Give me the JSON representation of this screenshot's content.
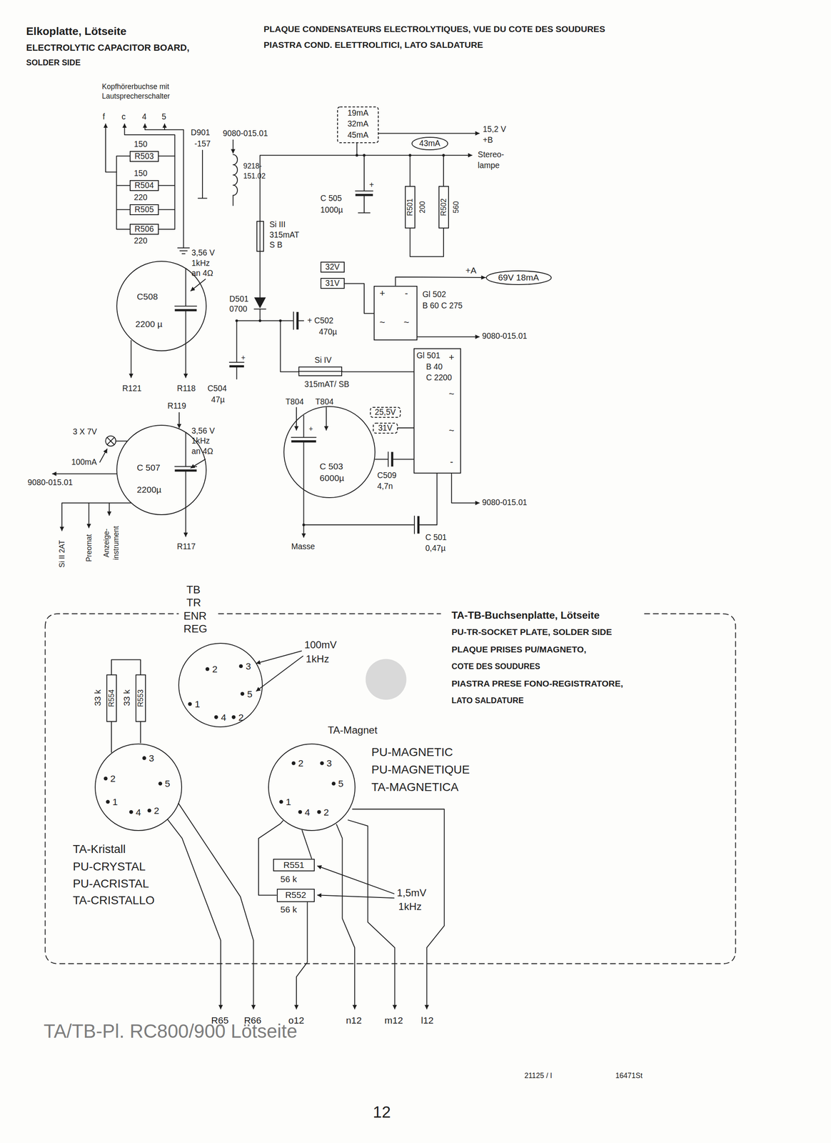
{
  "diagram": {
    "title": "Elkoplatte, Lötseite",
    "nodes": [
      {
        "text": [
          "19mA",
          "32mA",
          "45mA"
        ]
      },
      {
        "text": [
          "150",
          "R503"
        ]
      },
      {
        "text": [
          "150",
          "R504"
        ]
      },
      {
        "text": [
          "220",
          "R505"
        ]
      },
      {
        "text": [
          "R506",
          "220"
        ]
      },
      {
        "text": [
          "43mA"
        ]
      },
      {
        "text": [
          "R501",
          "200"
        ]
      },
      {
        "text": [
          "R502",
          "560"
        ]
      },
      {
        "text": [
          "Si III",
          "315mAT",
          "S B"
        ]
      },
      {
        "text": [
          "C508",
          "2200 µ"
        ]
      },
      {
        "text": [
          "32V"
        ]
      },
      {
        "text": [
          "31V"
        ]
      },
      {
        "text": [
          "69V 18mA"
        ]
      },
      {
        "text": [
          "+",
          "-",
          "~",
          "~",
          "Gl 502",
          "B 60 C 275"
        ]
      },
      {
        "text": [
          "Si IV",
          "315mAT/ SB"
        ]
      },
      {
        "text": [
          "Gl 501",
          "B 40",
          "C 2200",
          "+",
          "~",
          "~",
          "-"
        ]
      },
      {
        "text": [
          "C 507",
          "2200µ"
        ]
      },
      {
        "text": [
          "C 503",
          "6000µ"
        ]
      },
      {
        "text": [
          "25,5V"
        ]
      },
      {
        "text": [
          "31V"
        ]
      },
      {
        "text": [
          "2",
          "3",
          "5",
          "1",
          "4",
          "2"
        ]
      },
      {
        "text": [
          "33 k",
          "R554"
        ]
      },
      {
        "text": [
          "33 k",
          "R553"
        ]
      },
      {
        "text": [
          "3",
          "2",
          "5",
          "1",
          "4",
          "2"
        ]
      },
      {
        "text": [
          "2",
          "3",
          "5",
          "1",
          "4",
          "2"
        ]
      },
      {
        "text": [
          "R551",
          "56 k"
        ]
      },
      {
        "text": [
          "R552",
          "56 k"
        ]
      }
    ],
    "edges": [
      {
        "from": 6,
        "to": 7,
        "arrow": "none"
      },
      {
        "from": 13,
        "to": 12,
        "label": "+A",
        "arrow": "to"
      },
      {
        "from": 14,
        "to": 15,
        "arrow": "none"
      },
      {
        "from": 25,
        "to": 24,
        "arrow": "none"
      },
      {
        "from": 26,
        "to": 24,
        "arrow": "none"
      }
    ],
    "labels": [
      "ELECTROLYTIC CAPACITOR BOARD,",
      "SOLDER SIDE",
      "PLAQUE CONDENSATEURS ELECTROLYTIQUES, VUE DU COTE DES SOUDURES",
      "PIASTRA COND. ELETTROLITICI, LATO SALDATURE",
      "Kopfhörerbuchse mit",
      "Lautsprecherschalter",
      "f",
      "c",
      "4",
      "5",
      "D901",
      "-157",
      "9080-015.01",
      "9218-",
      "151.02",
      "15,2 V",
      "+B",
      "Stereo-",
      "lampe",
      "C 505",
      "1000µ",
      "+",
      "3,56 V",
      "1kHz",
      "an 4Ω",
      "D501",
      "0700",
      "+ C502",
      "470µ",
      "9080-015.01",
      "+",
      "R121",
      "R118",
      "C504",
      "47µ",
      "R119",
      "T804",
      "T804",
      "3,56 V",
      "1kHz",
      "an 4Ω",
      "3 X 7V",
      "100mA",
      "9080-015.01",
      "+",
      "C509",
      "4,7n",
      "9080-015.01",
      "R117",
      "Masse",
      "C 501",
      "0,47µ",
      "Si II 2AT",
      "Preomat",
      "Anzeige-",
      "instrument",
      "TB",
      "TR",
      "ENR",
      "REG",
      "100mV",
      "1kHz",
      "TA-TB-Buchsenplatte, Lötseite",
      "PU-TR-SOCKET PLATE, SOLDER SIDE",
      "PLAQUE PRISES PU/MAGNETO,",
      "COTE DES SOUDURES",
      "PIASTRA PRESE FONO-REGISTRATORE,",
      "LATO SALDATURE",
      "TA-Magnet",
      "PU-MAGNETIC",
      "PU-MAGNETIQUE",
      "TA-MAGNETICA",
      "TA-Kristall",
      "PU-CRYSTAL",
      "PU-ACRISTAL",
      "TA-CRISTALLO",
      "1,5mV",
      "1kHz",
      "R65",
      "R66",
      "o12",
      "n12",
      "m12",
      "l12",
      "TA/TB-Pl. RC800/900 Lötseite",
      "21125 / I",
      "16471St",
      "12"
    ]
  }
}
